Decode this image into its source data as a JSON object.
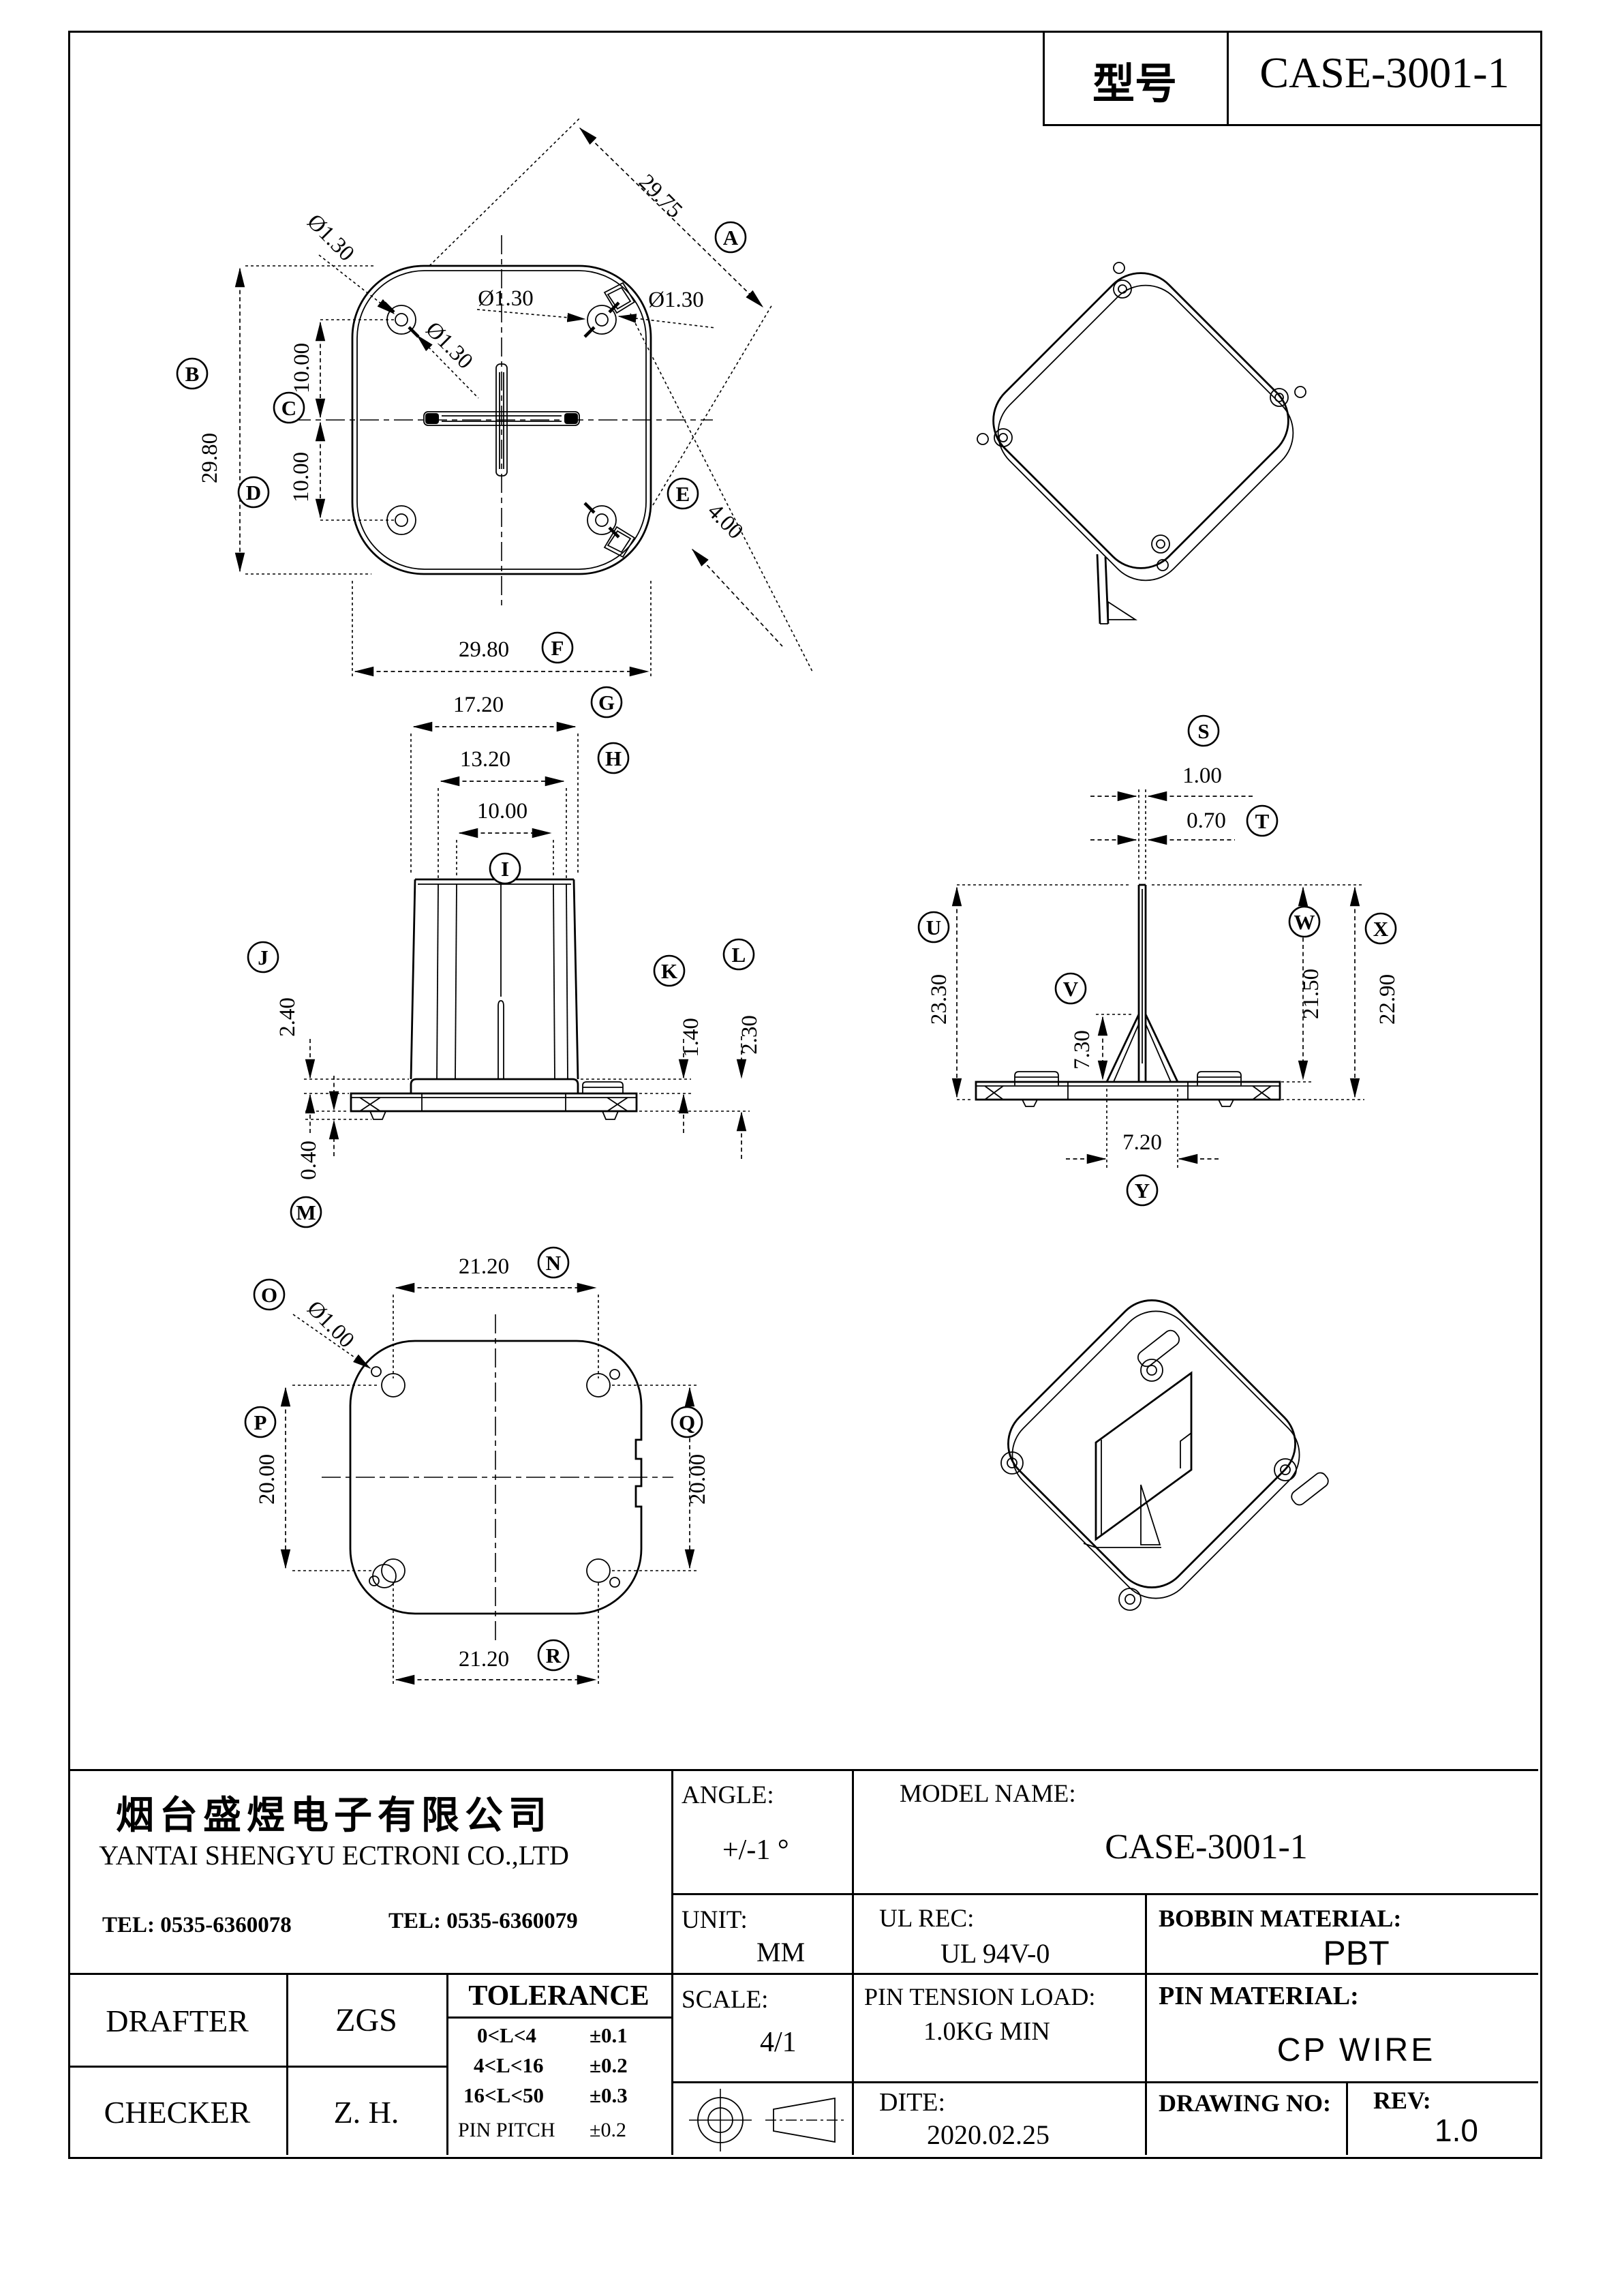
{
  "header": {
    "model_label": "型号",
    "model_value": "CASE-3001-1"
  },
  "views": {
    "top_view": {
      "dim_a": {
        "l": "A",
        "v": "29.75"
      },
      "dim_b": {
        "l": "B",
        "v": "29.80"
      },
      "dim_c": {
        "l": "C",
        "v": "10.00"
      },
      "dim_d": {
        "l": "D",
        "v": "10.00"
      },
      "dim_e": {
        "l": "E",
        "v": "4.00"
      },
      "dim_f": {
        "l": "F",
        "v": "29.80"
      },
      "hole_dia_1": "Ø1.30",
      "hole_dia_2": "Ø1.30",
      "hole_dia_3": "Ø1.30",
      "hole_dia_4": "Ø1.30"
    },
    "front_view": {
      "dim_g": {
        "l": "G",
        "v": "17.20"
      },
      "dim_h": {
        "l": "H",
        "v": "13.20"
      },
      "dim_i": {
        "l": "I",
        "v": "10.00"
      },
      "dim_j": {
        "l": "J",
        "v": "2.40"
      },
      "dim_k": {
        "l": "K",
        "v": "1.40"
      },
      "dim_l": {
        "l": "L",
        "v": "2.30"
      },
      "dim_m": {
        "l": "M",
        "v": "0.40"
      }
    },
    "side_view": {
      "dim_s": {
        "l": "S",
        "v": "1.00"
      },
      "dim_t": {
        "l": "T",
        "v": "0.70"
      },
      "dim_u": {
        "l": "U",
        "v": "23.30"
      },
      "dim_v": {
        "l": "V",
        "v": "7.30"
      },
      "dim_w": {
        "l": "W",
        "v": "21.50"
      },
      "dim_x": {
        "l": "X",
        "v": "22.90"
      },
      "dim_y": {
        "l": "Y",
        "v": "7.20"
      }
    },
    "bottom_view": {
      "dim_n": {
        "l": "N",
        "v": "21.20"
      },
      "dim_o": {
        "l": "O",
        "v": "Ø1.00"
      },
      "dim_p": {
        "l": "P",
        "v": "20.00"
      },
      "dim_q": {
        "l": "Q",
        "v": "20.00"
      },
      "dim_r": {
        "l": "R",
        "v": "21.20"
      }
    }
  },
  "title_block": {
    "company_cn": "烟台盛煜电子有限公司",
    "company_en": "YANTAI SHENGYU ECTRONI CO.,LTD",
    "tel1": "TEL: 0535-6360078",
    "tel2": "TEL: 0535-6360079",
    "drafter_label": "DRAFTER",
    "drafter_value": "ZGS",
    "checker_label": "CHECKER",
    "checker_value": "Z. H.",
    "tolerance_title": "TOLERANCE",
    "tol_rows": [
      {
        "range": "0<L<4",
        "tol": "±0.1"
      },
      {
        "range": "4<L<16",
        "tol": "±0.2"
      },
      {
        "range": "16<L<50",
        "tol": "±0.3"
      },
      {
        "range": "PIN PITCH",
        "tol": "±0.2"
      }
    ],
    "angle_label": "ANGLE:",
    "angle_value": "+/-1 °",
    "unit_label": "UNIT:",
    "unit_value": "MM",
    "scale_label": "SCALE:",
    "scale_value": "4/1",
    "model_name_label": "MODEL NAME:",
    "model_name_value": "CASE-3001-1",
    "ul_label": "UL REC:",
    "ul_value": "UL 94V-0",
    "pin_tension_label": "PIN TENSION LOAD:",
    "pin_tension_value": "1.0KG MIN",
    "dite_label": "DITE:",
    "dite_value": "2020.02.25",
    "bobbin_label": "BOBBIN MATERIAL:",
    "bobbin_value": "PBT",
    "pin_material_label": "PIN MATERIAL:",
    "pin_material_value": "CP WIRE",
    "drawing_no_label": "DRAWING NO:",
    "rev_label": "REV:",
    "rev_value": "1.0"
  }
}
